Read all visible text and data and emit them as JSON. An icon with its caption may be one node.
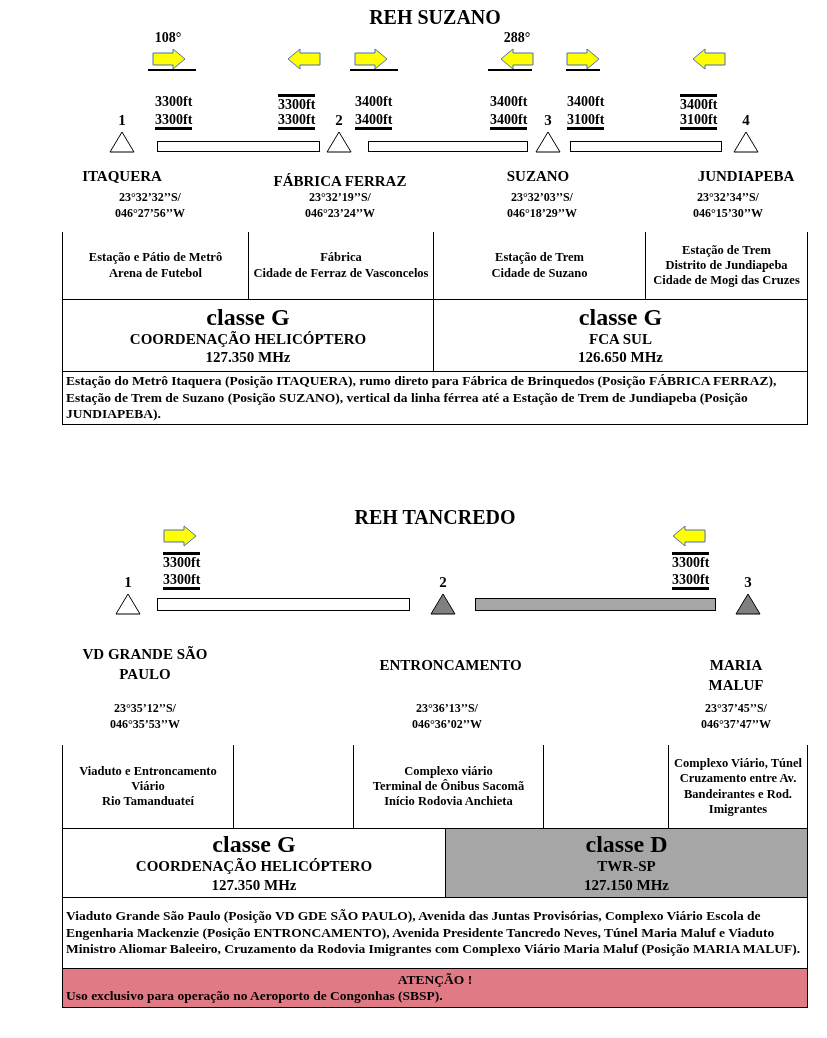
{
  "diagram": {
    "nodes": [
      {
        "text": [
          "1"
        ],
        "beside": [
          "ITAQUERA",
          "23°32’32’’S/ 046°27’56’’W"
        ]
      },
      {
        "text": [],
        "shape": "bar"
      },
      {
        "text": [
          "2"
        ],
        "beside": [
          "FÁBRICA FERRAZ",
          "23°32’19’’S/ 046°23’24’’W"
        ]
      },
      {
        "text": [],
        "shape": "bar"
      },
      {
        "text": [
          "3"
        ],
        "beside": [
          "SUZANO",
          "23°32’03’’S/ 046°18’29’’W"
        ]
      },
      {
        "text": [],
        "shape": "bar"
      },
      {
        "text": [
          "4"
        ],
        "beside": [
          "JUNDIAPEBA",
          "23°32’34’’S/ 046°15’30’’W"
        ]
      },
      {
        "text": [
          "1"
        ],
        "beside": [
          "VD GRANDE SÃO PAULO",
          "23°35’12’’S/ 046°35’53’’W"
        ]
      },
      {
        "text": [],
        "shape": "bar"
      },
      {
        "text": [
          "2"
        ],
        "beside": [
          "ENTRONCAMENTO",
          "23°36’13’’S/ 046°36’02’’W"
        ]
      },
      {
        "text": [],
        "shape": "bar"
      },
      {
        "text": [
          "3"
        ],
        "beside": [
          "MARIA MALUF",
          "23°37’45’’S/ 046°37’47’’W"
        ]
      }
    ],
    "labels": [
      "REH SUZANO",
      "108°",
      "288°",
      "3300ft",
      "3300ft",
      "3400ft",
      "3400ft",
      "3400ft",
      "3400ft",
      "3300ft",
      "3300ft",
      "3400ft",
      "3400ft",
      "3100ft",
      "3100ft",
      "Estação e Pátio de Metrô",
      "Arena de Futebol",
      "Fábrica",
      "Cidade de Ferraz de Vasconcelos",
      "Estação de Trem",
      "Cidade de Suzano",
      "Estação de Trem",
      "Distrito de Jundiapeba",
      "Cidade de Mogi das Cruzes",
      "classe G",
      "COORDENAÇÃO HELICÓPTERO",
      "127.350 MHz",
      "classe G",
      "FCA SUL",
      "126.650 MHz",
      "Estação do Metrô Itaquera (Posição ITAQUERA), rumo direto para Fábrica de Brinquedos (Posição FÁBRICA FERRAZ), Estação de Trem de Suzano (Posição SUZANO), vertical da linha férrea até a Estação de Trem de Jundiapeba (Posição JUNDIAPEBA).",
      "REH TANCREDO",
      "3300ft",
      "3300ft",
      "3300ft",
      "3300ft",
      "Viaduto e Entroncamento Viário",
      "Rio Tamanduateí",
      "Complexo viário",
      "Terminal de Ônibus Sacomã",
      "Início Rodovia Anchieta",
      "Complexo Viário, Túnel",
      "Cruzamento entre Av. Bandeirantes e Rod. Imigrantes",
      "classe G",
      "COORDENAÇÃO HELICÓPTERO",
      "127.350 MHz",
      "classe D",
      "TWR-SP",
      "127.150 MHz",
      "Viaduto Grande São Paulo (Posição VD GDE SÃO PAULO), Avenida das Juntas Provisórias, Complexo Viário Escola de Engenharia Mackenzie (Posição ENTRONCAMENTO), Avenida Presidente Tancredo Neves, Túnel Maria Maluf e Viaduto Ministro Aliomar Baleeiro, Cruzamento da Rodovia Imigrantes com Complexo Viário Maria Maluf (Posição MARIA MALUF).",
      "ATENÇÃO !",
      "Uso exclusivo para operação no Aeroporto de Congonhas (SBSP)."
    ]
  }
}
